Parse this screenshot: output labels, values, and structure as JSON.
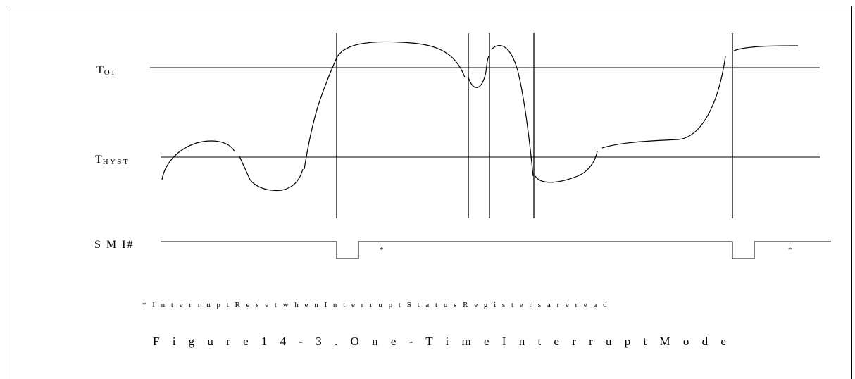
{
  "labels": {
    "toi_main": "T",
    "toi_sub": "O I",
    "thyst_main": "T",
    "thyst_sub": "H Y S T",
    "smi": "S M I#",
    "asterisk_1": "*",
    "asterisk_2": "*"
  },
  "footnote": "* I n t e r r u p t  R e s e t  w h e n  I n t e r r u p t  S t a t u s  R e g i s t e r s  a r e  r e a d",
  "caption": "F i g u r e  1 4 - 3 .  O n e - T i m e  I n t e r r u p t  M o d e"
}
